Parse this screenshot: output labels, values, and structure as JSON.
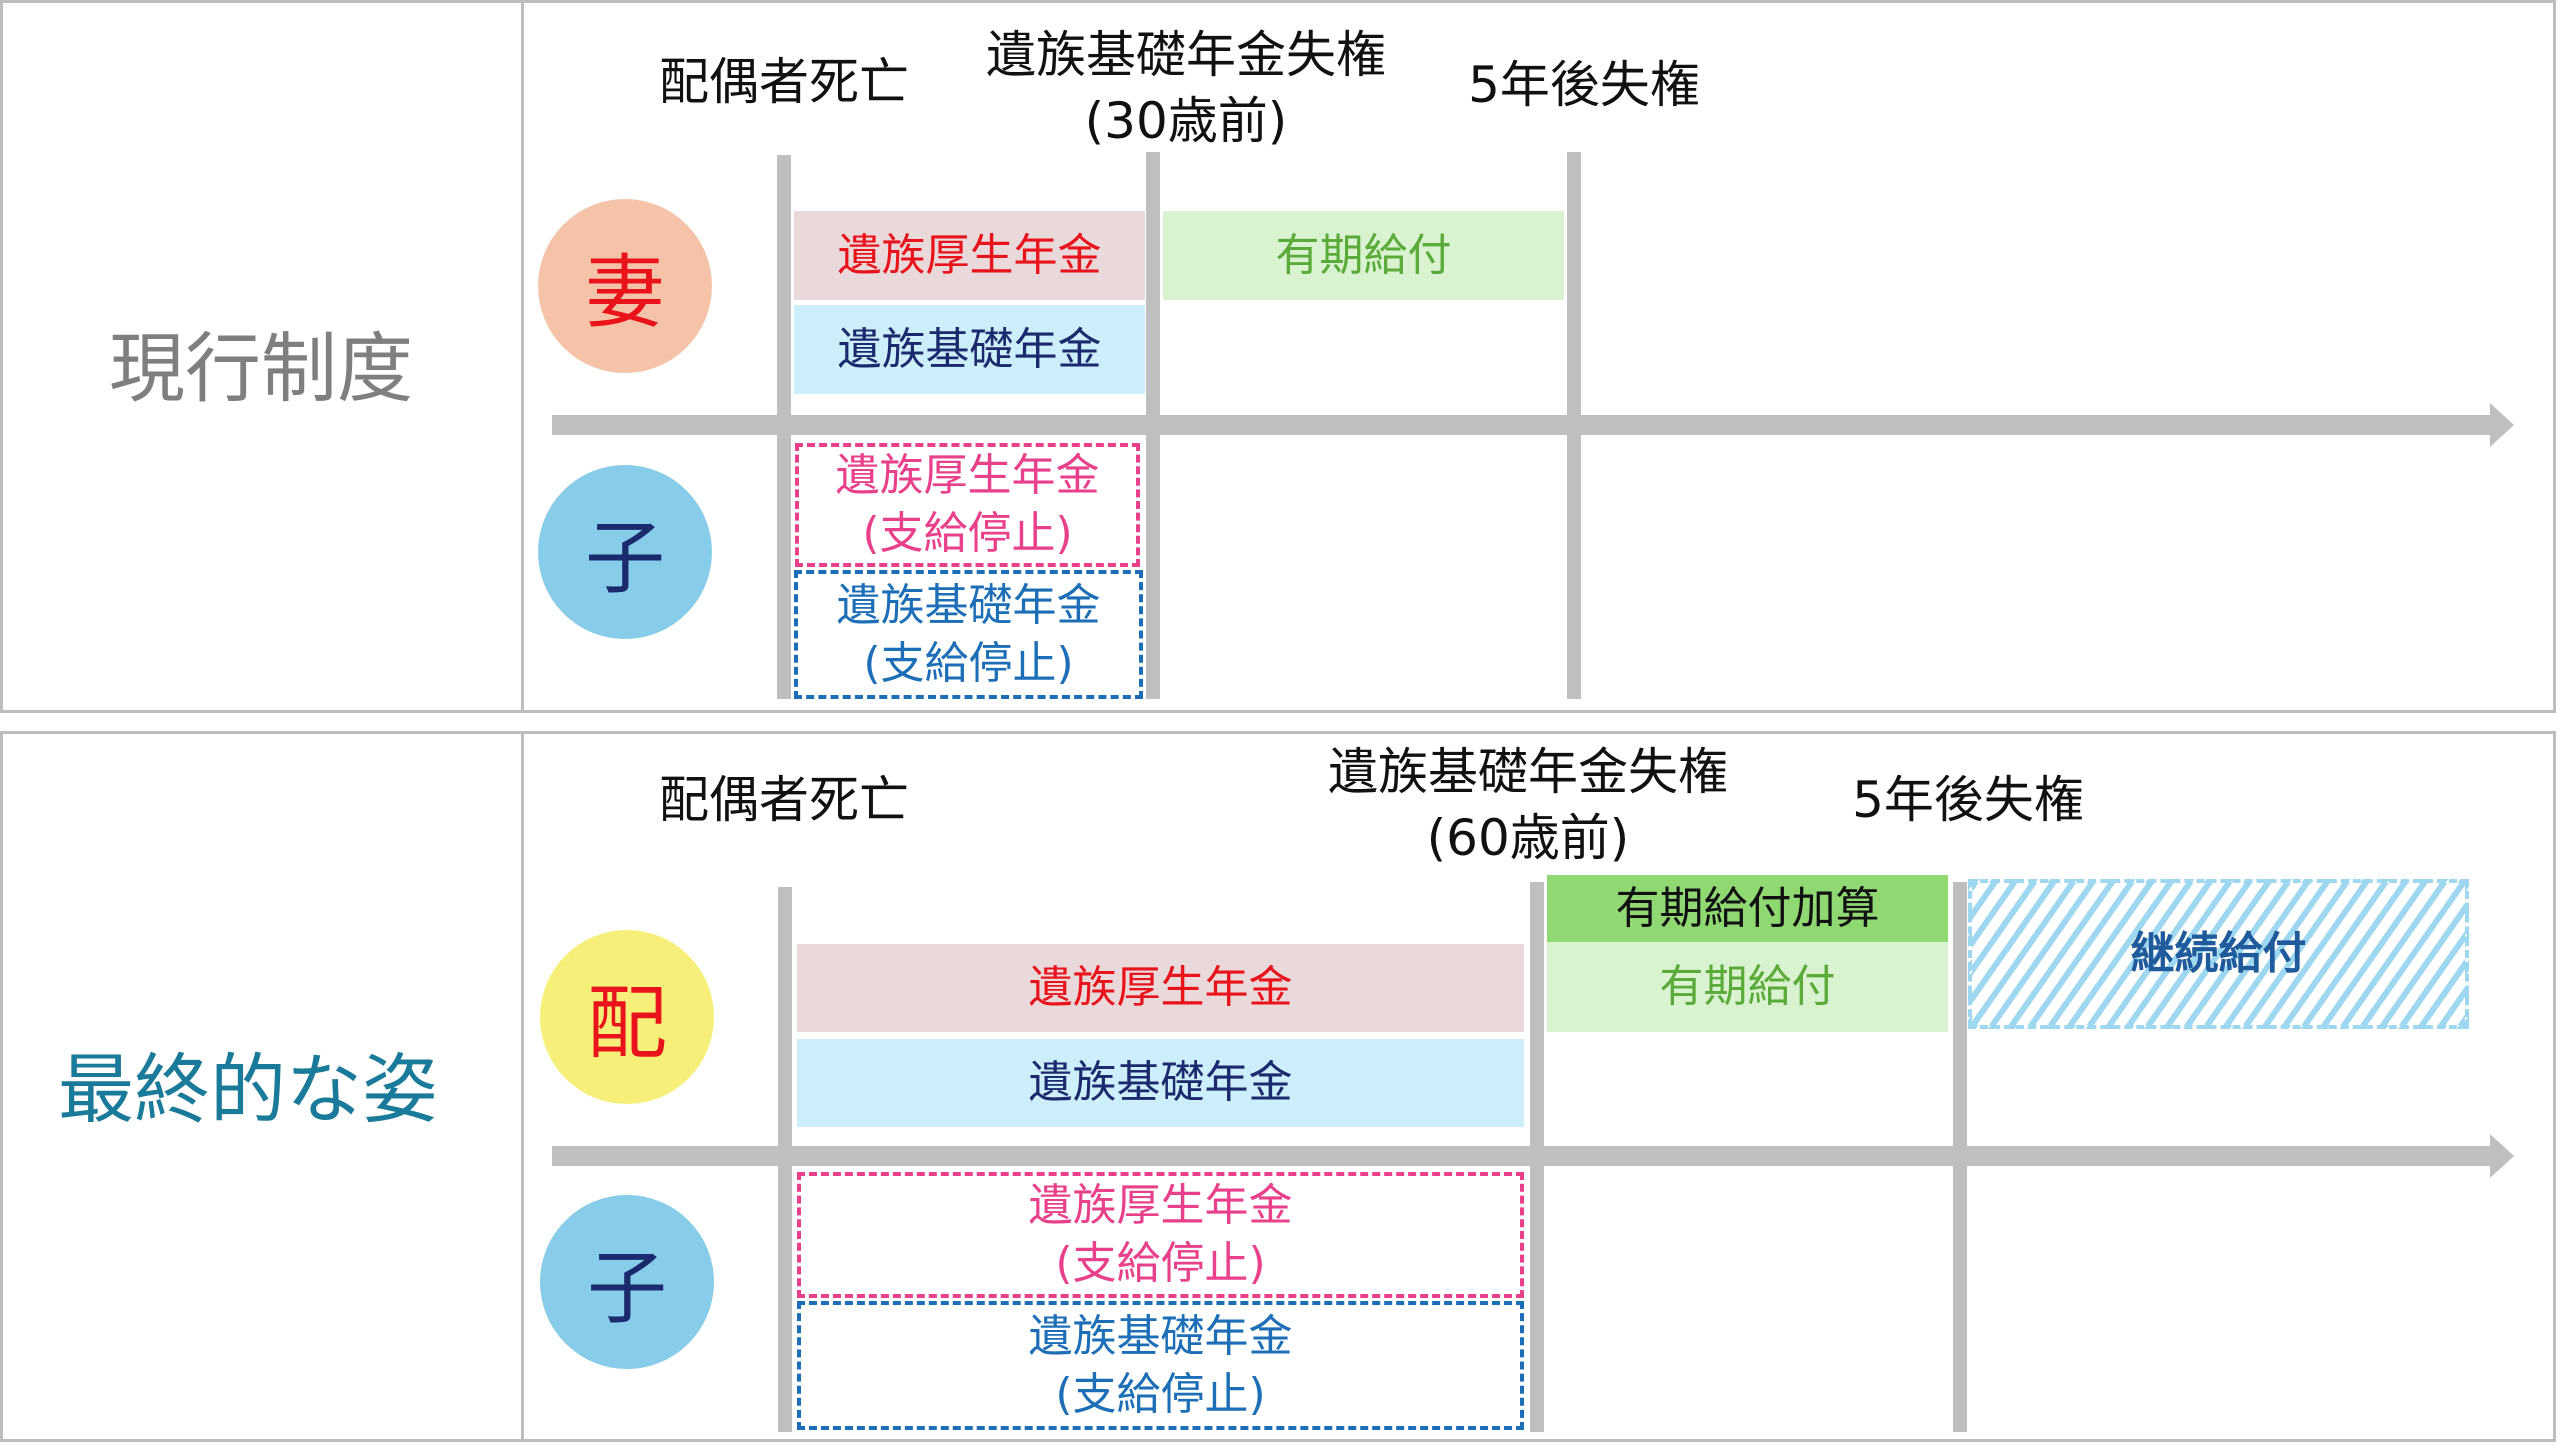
{
  "colors": {
    "wife_circle": "#f5c4a8",
    "child_circle": "#87cdea",
    "spouse_circle": "#f6f07a",
    "survivor_employee": "#e9d9da",
    "survivor_basic": "#cdeefb",
    "fixed_term": "#d9f2d0",
    "fixed_term_addition": "#8fd872"
  },
  "current": {
    "label": "現行制度",
    "headers": {
      "death": "配偶者死亡",
      "loss_line1": "遺族基礎年金失権",
      "loss_line2": "(30歳前)",
      "five_years": "5年後失権"
    },
    "wife": "妻",
    "child": "子",
    "survivor_employee": "遺族厚生年金",
    "survivor_basic": "遺族基礎年金",
    "fixed_term": "有期給付",
    "child_employee_l1": "遺族厚生年金",
    "child_employee_l2": "(支給停止)",
    "child_basic_l1": "遺族基礎年金",
    "child_basic_l2": "(支給停止)"
  },
  "final": {
    "label": "最終的な姿",
    "headers": {
      "death": "配偶者死亡",
      "loss_line1": "遺族基礎年金失権",
      "loss_line2": "(60歳前)",
      "five_years": "5年後失権"
    },
    "spouse": "配",
    "child": "子",
    "survivor_employee": "遺族厚生年金",
    "survivor_basic": "遺族基礎年金",
    "fixed_term_addition": "有期給付加算",
    "fixed_term": "有期給付",
    "continued": "継続給付",
    "child_employee_l1": "遺族厚生年金",
    "child_employee_l2": "(支給停止)",
    "child_basic_l1": "遺族基礎年金",
    "child_basic_l2": "(支給停止)"
  }
}
